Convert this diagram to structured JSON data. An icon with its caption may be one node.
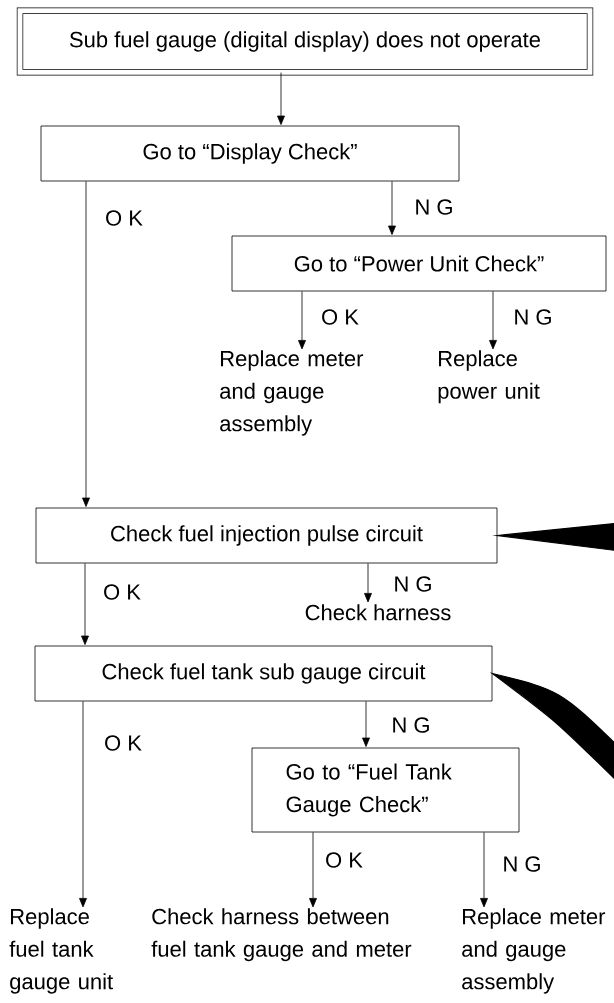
{
  "diagram": {
    "nodes": [
      {
        "text": [
          "Sub fuel gauge (digital display) does not operate"
        ]
      },
      {
        "text": [
          "Go to “Display Check”"
        ]
      },
      {
        "text": [
          "Go to “Power Unit Check”"
        ]
      },
      {
        "text": [
          "Replace meter and gauge assembly"
        ]
      },
      {
        "text": [
          "Replace power unit"
        ]
      },
      {
        "text": [
          "Check fuel injection pulse circuit"
        ]
      },
      {
        "text": [
          "Check harness"
        ]
      },
      {
        "text": [
          "Check fuel tank sub gauge circuit"
        ]
      },
      {
        "text": [
          "Go to “Fuel Tank Gauge Check”"
        ]
      },
      {
        "text": [
          "Replace fuel tank gauge unit"
        ]
      },
      {
        "text": [
          "Check harness between fuel tank gauge and meter"
        ]
      },
      {
        "text": [
          "Replace meter and gauge assembly"
        ]
      }
    ],
    "edges": [
      {
        "from": 0,
        "to": 1,
        "arrow": "to"
      },
      {
        "from": 1,
        "to": 5,
        "arrow": "to",
        "label": "O K"
      },
      {
        "from": 1,
        "to": 2,
        "arrow": "to",
        "label": "N G"
      },
      {
        "from": 2,
        "to": 3,
        "arrow": "to",
        "label": "O K"
      },
      {
        "from": 2,
        "to": 4,
        "arrow": "to",
        "label": "N G"
      },
      {
        "from": 5,
        "to": 7,
        "arrow": "to",
        "label": "O K"
      },
      {
        "from": 5,
        "to": 6,
        "arrow": "to",
        "label": "N G"
      },
      {
        "from": 7,
        "to": 9,
        "arrow": "to",
        "label": "O K"
      },
      {
        "from": 7,
        "to": 8,
        "arrow": "to",
        "label": "N G"
      },
      {
        "from": 8,
        "to": 10,
        "arrow": "to",
        "label": "O K"
      },
      {
        "from": 8,
        "to": 11,
        "arrow": "to",
        "label": "N G"
      },
      {
        "from": null,
        "to": 5,
        "arrow": "to",
        "style": "thick"
      },
      {
        "from": null,
        "to": 7,
        "arrow": "to",
        "style": "thick"
      }
    ]
  }
}
